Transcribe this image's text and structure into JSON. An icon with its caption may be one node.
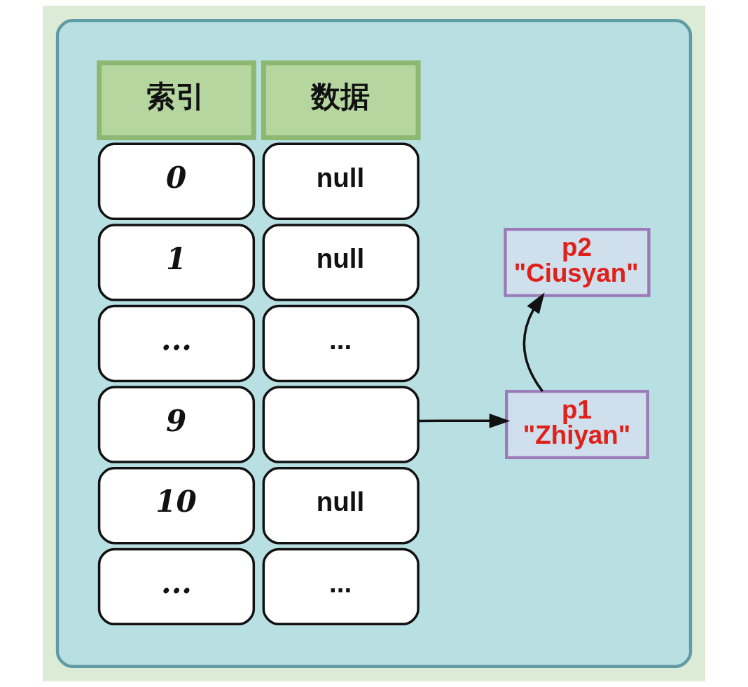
{
  "diagram": {
    "nodes": [
      {
        "text": [],
        "shape": "box"
      },
      {
        "text": [
          "索引"
        ],
        "in": 0
      },
      {
        "text": [
          "数据"
        ],
        "in": 0
      },
      {
        "text": [
          "0"
        ],
        "in": 0
      },
      {
        "text": [
          "null"
        ],
        "in": 0
      },
      {
        "text": [
          "1"
        ],
        "in": 0
      },
      {
        "text": [
          "null"
        ],
        "in": 0
      },
      {
        "text": [
          "p2",
          "\"Ciusyan\""
        ],
        "in": 0
      },
      {
        "text": [
          "..."
        ],
        "in": 0
      },
      {
        "text": [
          "..."
        ],
        "in": 0
      },
      {
        "text": [
          "9"
        ],
        "in": 0
      },
      {
        "text": [],
        "shape": "box",
        "in": 0
      },
      {
        "text": [
          "p1",
          "\"Zhiyan\""
        ],
        "in": 0
      },
      {
        "text": [
          "10"
        ],
        "in": 0
      },
      {
        "text": [
          "null"
        ],
        "in": 0
      },
      {
        "text": [
          "..."
        ],
        "in": 0
      },
      {
        "text": [
          "..."
        ],
        "in": 0
      }
    ],
    "edges": [
      {
        "from": 11,
        "to": 12,
        "arrow": "to"
      },
      {
        "from": 12,
        "to": 7,
        "arrow": "to"
      }
    ]
  }
}
